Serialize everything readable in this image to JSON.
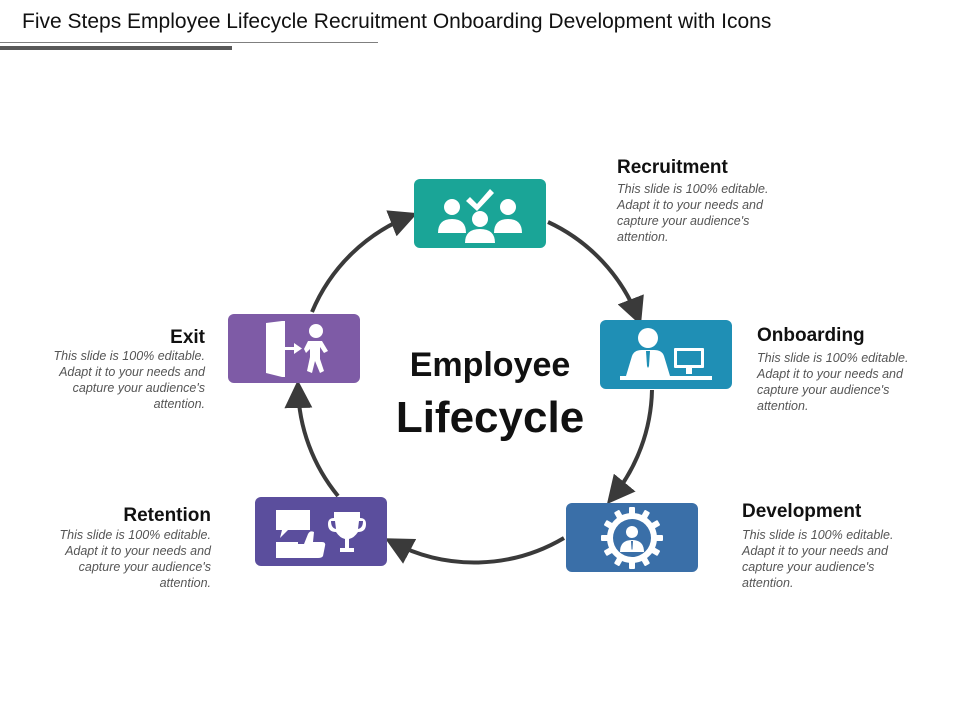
{
  "title": "Five Steps Employee Lifecycle Recruitment Onboarding Development with Icons",
  "center": {
    "line1": "Employee",
    "line2": "Lifecycle"
  },
  "steps": [
    {
      "name": "Recruitment",
      "color": "#1AA597",
      "icon": "team-check-icon",
      "desc": [
        "This slide is 100% editable.",
        "Adapt it to your needs and",
        "capture your audience's",
        "attention."
      ]
    },
    {
      "name": "Onboarding",
      "color": "#1F8FB5",
      "icon": "person-at-desk-icon",
      "desc": [
        "This slide is 100% editable.",
        "Adapt it to your needs and",
        "capture your audience's",
        "attention."
      ]
    },
    {
      "name": "Development",
      "color": "#3A6FA8",
      "icon": "person-in-gear-icon",
      "desc": [
        "This slide is 100% editable.",
        "Adapt it to your needs and",
        "capture your audience's",
        "attention."
      ]
    },
    {
      "name": "Retention",
      "color": "#5B4E9D",
      "icon": "chat-thumbs-up-trophy-icon",
      "desc": [
        "This slide is 100% editable.",
        "Adapt it to your needs and",
        "capture your audience's",
        "attention."
      ]
    },
    {
      "name": "Exit",
      "color": "#7E5BA6",
      "icon": "door-exit-icon",
      "desc": [
        "This slide is 100% editable.",
        "Adapt it to your needs and",
        "capture your audience's",
        "attention."
      ]
    }
  ],
  "colors": {
    "ring": "#3A3A3A",
    "title_rule": "#595959"
  }
}
